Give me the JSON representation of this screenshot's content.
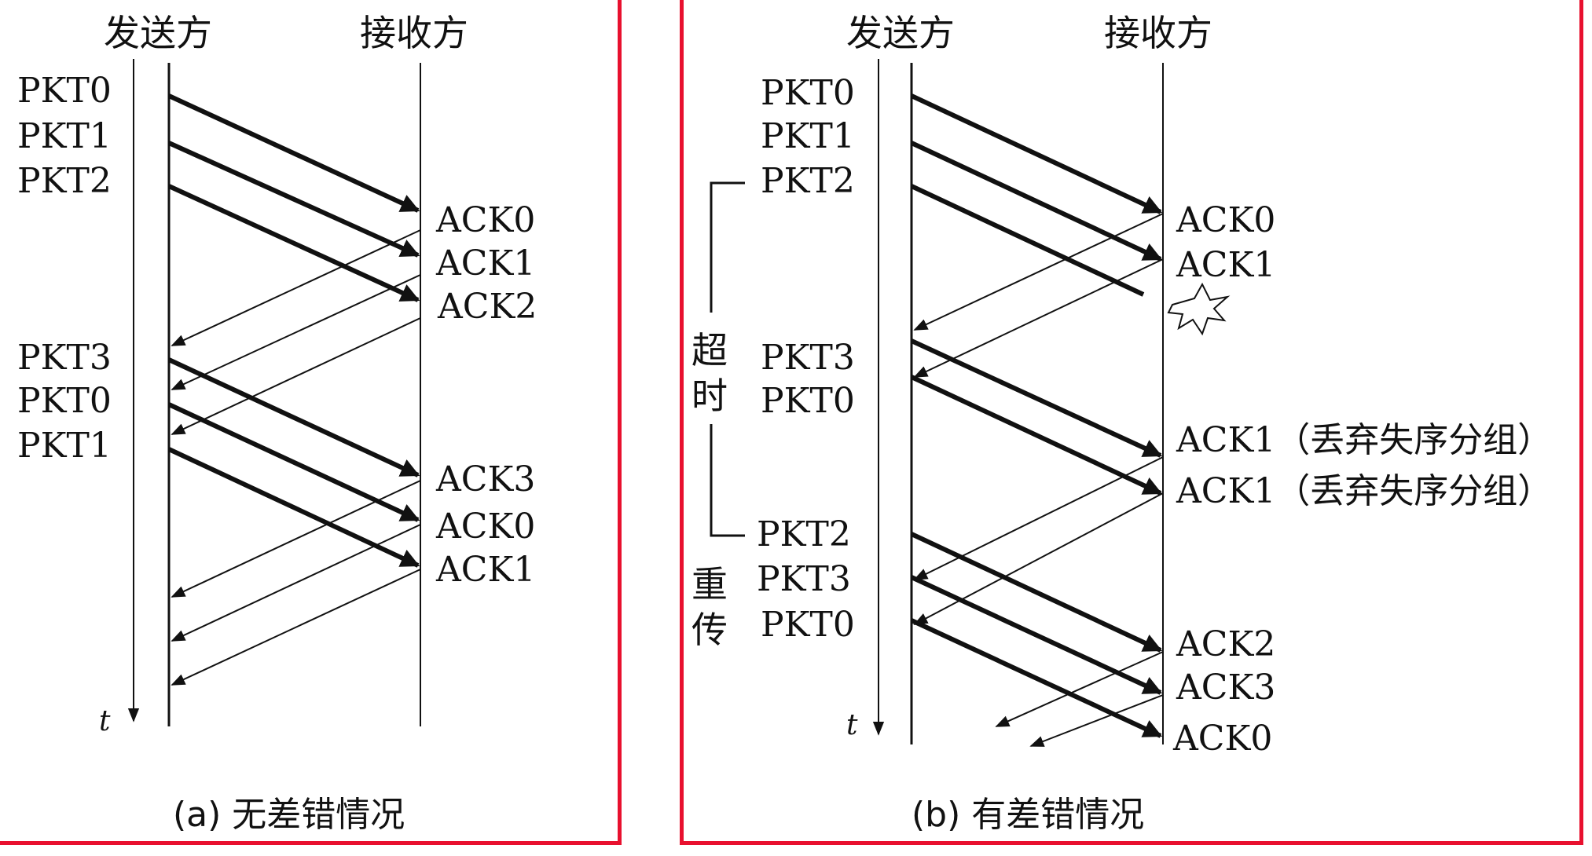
{
  "colors": {
    "frame": "#e8102e",
    "ink": "#111111"
  },
  "panel_a": {
    "sender": "发送方",
    "receiver": "接收方",
    "time": "t",
    "caption": "(a) 无差错情况",
    "packets": [
      "PKT0",
      "PKT1",
      "PKT2",
      "PKT3",
      "PKT0",
      "PKT1"
    ],
    "acks": [
      "ACK0",
      "ACK1",
      "ACK2",
      "ACK3",
      "ACK0",
      "ACK1"
    ]
  },
  "panel_b": {
    "sender": "发送方",
    "receiver": "接收方",
    "time": "t",
    "caption": "(b) 有差错情况",
    "timeout": [
      "超",
      "时"
    ],
    "resend": [
      "重",
      "传"
    ],
    "packets": [
      "PKT0",
      "PKT1",
      "PKT2",
      "PKT3",
      "PKT0",
      "PKT2",
      "PKT3",
      "PKT0"
    ],
    "acks": [
      "ACK0",
      "ACK1",
      "ACK1（丢弃失序分组）",
      "ACK1（丢弃失序分组）",
      "ACK2",
      "ACK3",
      "ACK0"
    ]
  }
}
